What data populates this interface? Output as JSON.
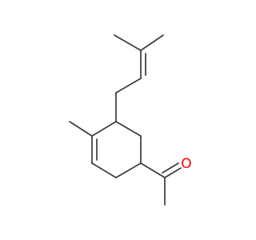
{
  "molecule": {
    "atoms": [
      {
        "id": "O1",
        "symbol": "O",
        "label": "O",
        "color": "#ff0000"
      }
    ],
    "colors": {
      "bond": "#3a3a3a",
      "oxygen": "#ff0000",
      "background": "#ffffff"
    }
  }
}
